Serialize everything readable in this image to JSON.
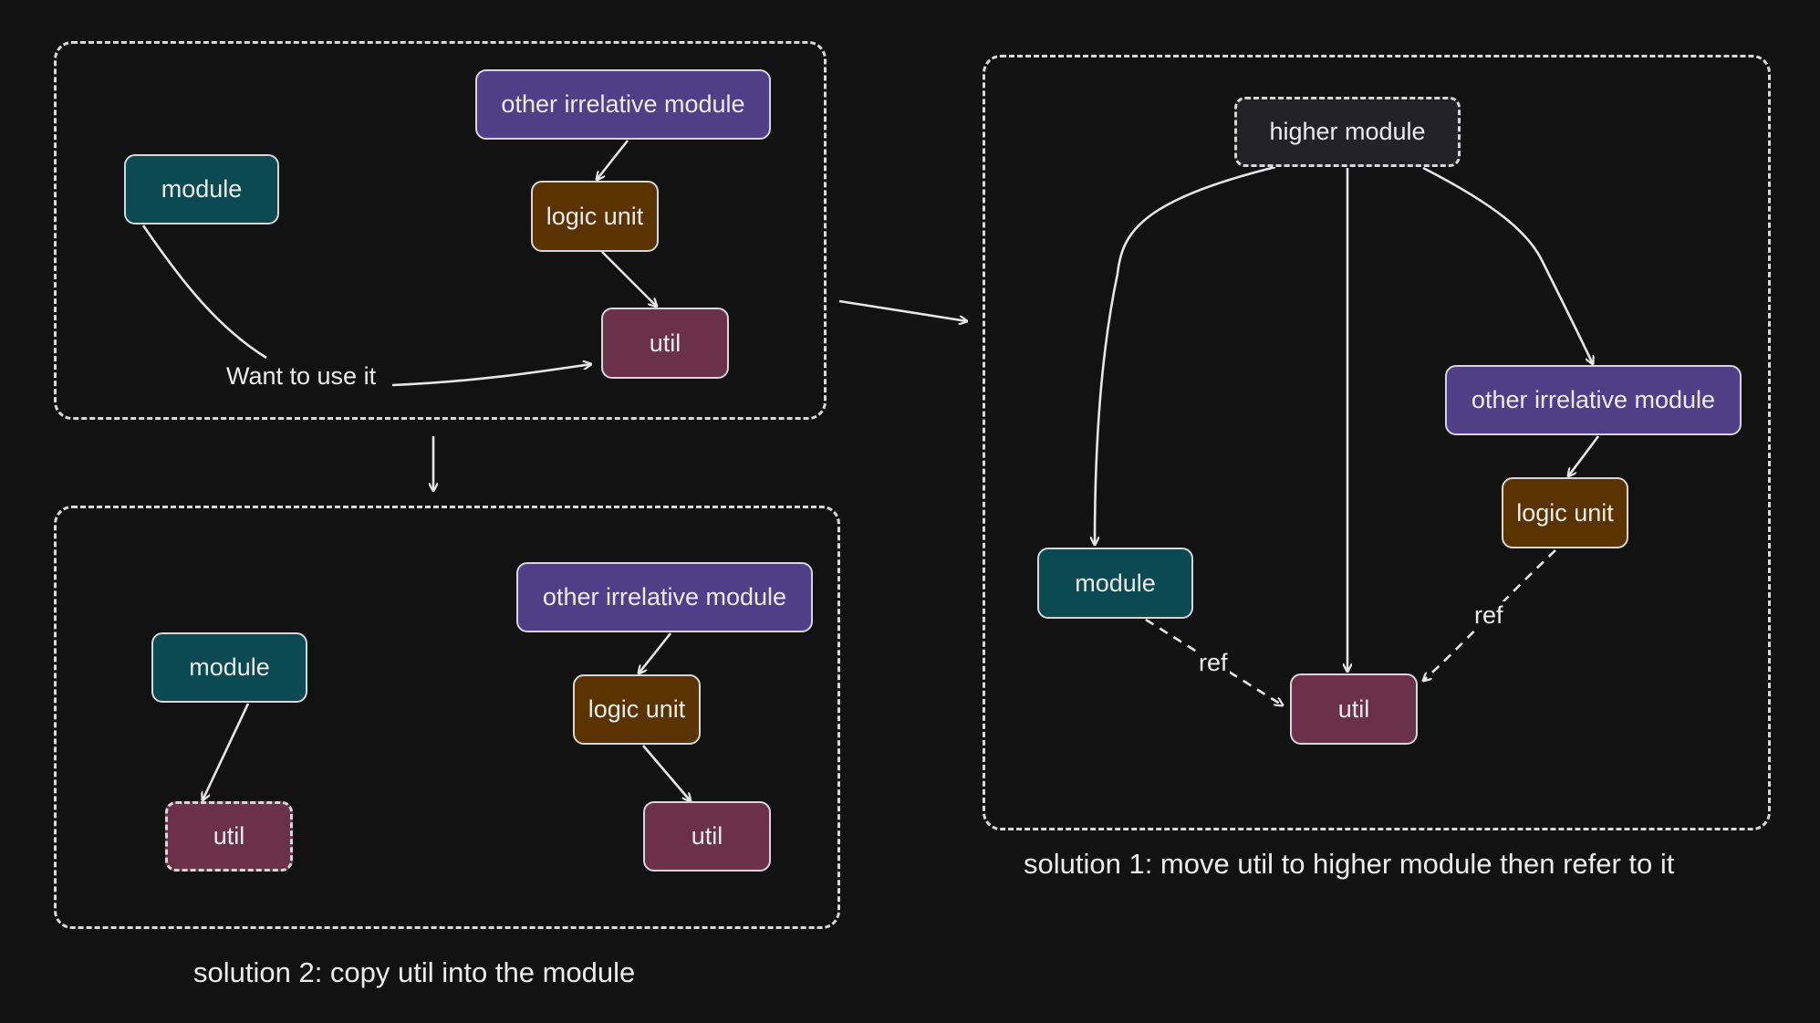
{
  "top_left": {
    "module": "module",
    "other": "other irrelative module",
    "logic": "logic unit",
    "util": "util",
    "want_label": "Want to use it"
  },
  "bottom_left": {
    "module": "module",
    "util_copy": "util",
    "other": "other irrelative module",
    "logic": "logic unit",
    "util": "util",
    "caption": "solution 2: copy util into the module"
  },
  "right": {
    "higher": "higher module",
    "other": "other irrelative module",
    "logic": "logic unit",
    "module": "module",
    "util": "util",
    "ref_left": "ref",
    "ref_right": "ref",
    "caption": "solution 1: move util to higher module then refer to it"
  },
  "colors": {
    "module": "#0b4a53",
    "other": "#4e3f87",
    "logic": "#5a3300",
    "util": "#6b3147",
    "higher": "#232326",
    "line": "#e6e6e6",
    "frame": "#d9d9d9"
  }
}
